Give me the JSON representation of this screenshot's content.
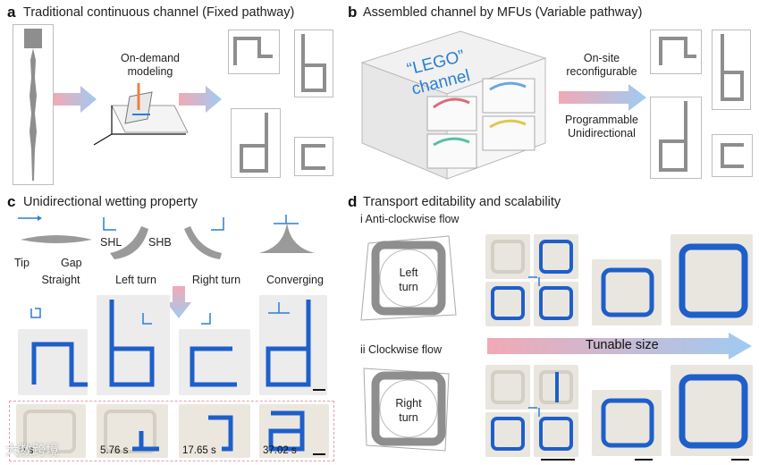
{
  "panels": {
    "a": {
      "letter": "a",
      "title": "Traditional continuous channel (Fixed pathway)",
      "modeling_line1": "On-demand",
      "modeling_line2": "modeling"
    },
    "b": {
      "letter": "b",
      "title": "Assembled channel by MFUs (Variable pathway)",
      "lego_line1": "“LEGO”",
      "lego_line2": "channel",
      "reconf_line1": "On-site",
      "reconf_line2": "reconfigurable",
      "prog_line1": "Programmable",
      "prog_line2": "Unidirectional"
    },
    "c": {
      "letter": "c",
      "title": "Unidirectional wetting property",
      "labels": {
        "shl": "SHL",
        "shb": "SHB",
        "tip": "Tip",
        "gap": "Gap"
      },
      "modes": [
        "Straight",
        "Left turn",
        "Right turn",
        "Converging"
      ],
      "times": [
        "0 s",
        "5.76 s",
        "17.65 s",
        "37.02 s"
      ]
    },
    "d": {
      "letter": "d",
      "title": "Transport editability and scalability",
      "sub1": "i  Anti-clockwise flow",
      "sub2": "ii  Clockwise flow",
      "left_turn_line1": "Left",
      "left_turn_line2": "turn",
      "right_turn_line1": "Right",
      "right_turn_line2": "turn",
      "tunable": "Tunable size"
    }
  },
  "colors": {
    "accent_blue": "#2a7fd4",
    "arrow_blue": "#9fcbf2",
    "arrow_pink": "#f2a9b5",
    "dye_blue": "#1e5fc9",
    "channel_gray": "#8e8e8e"
  },
  "watermark": "大数跨境"
}
